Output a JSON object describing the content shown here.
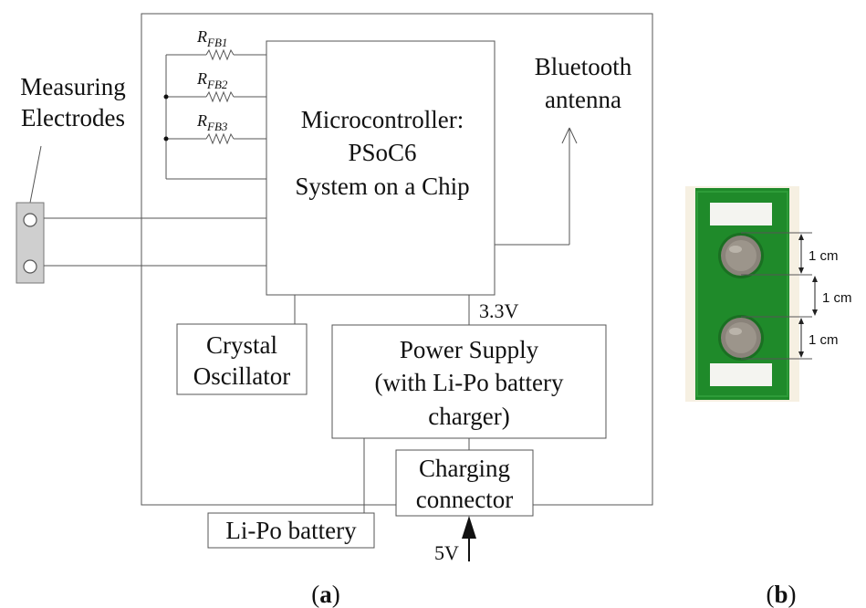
{
  "diagram_a": {
    "measuring_electrodes": {
      "line1": "Measuring",
      "line2": "Electrodes"
    },
    "feedback_resistors": [
      {
        "main": "R",
        "sub": "FB1"
      },
      {
        "main": "R",
        "sub": "FB2"
      },
      {
        "main": "R",
        "sub": "FB3"
      }
    ],
    "microcontroller": {
      "line1": "Microcontroller:",
      "line2": "PSoC6",
      "line3": "System on a Chip"
    },
    "bluetooth": {
      "line1": "Bluetooth",
      "line2": "antenna"
    },
    "crystal": {
      "line1": "Crystal",
      "line2": "Oscillator"
    },
    "voltage_3v3": "3.3V",
    "power_supply": {
      "line1": "Power Supply",
      "line2": "(with Li-Po battery",
      "line3": "charger)"
    },
    "charging_connector": {
      "line1": "Charging",
      "line2": "connector"
    },
    "battery": "Li-Po battery",
    "voltage_5v": "5V",
    "caption": {
      "open": "(",
      "letter": "a",
      "close": ")"
    }
  },
  "photo_b": {
    "dimension_labels": [
      "1 cm",
      "1 cm",
      "1 cm"
    ],
    "caption": {
      "open": "(",
      "letter": "b",
      "close": ")"
    },
    "colors": {
      "pcb": "#1f8a2a",
      "electrode": "#8a837a",
      "pad": "#f4f4f0"
    }
  }
}
